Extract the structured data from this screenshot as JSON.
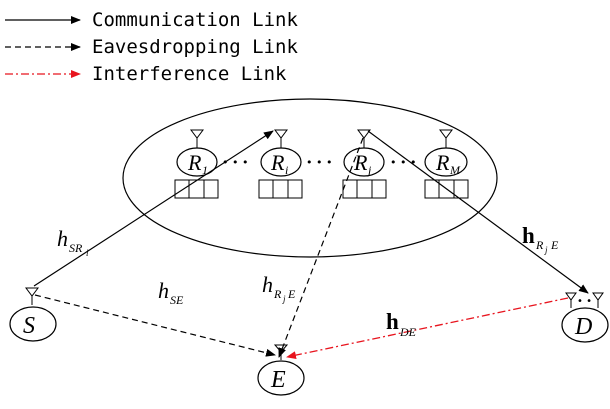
{
  "legend": {
    "communication": "Communication Link",
    "eavesdropping": "Eavesdropping Link",
    "interference": "Interference Link"
  },
  "nodes": {
    "source": "S",
    "destination": "D",
    "eavesdropper": "E",
    "relays": [
      {
        "main": "R",
        "sub": "1"
      },
      {
        "main": "R",
        "sub": "i"
      },
      {
        "main": "R",
        "sub": "j"
      },
      {
        "main": "R",
        "sub": "M"
      }
    ],
    "dots": "• • •"
  },
  "labels": {
    "h_sr": {
      "main": "h",
      "sub": "SR",
      "subsub": "i"
    },
    "h_se": {
      "main": "h",
      "sub": "SE"
    },
    "h_rje": {
      "main": "h",
      "sub": "R",
      "subsub": "j",
      "tail": "E"
    },
    "bold_h_rje": {
      "main": "h",
      "sub": "R",
      "subsub": "j",
      "tail": "E"
    },
    "bold_h_de": {
      "main": "h",
      "sub": "DE"
    }
  },
  "colors": {
    "line": "#000000",
    "interference": "#e8141e"
  }
}
